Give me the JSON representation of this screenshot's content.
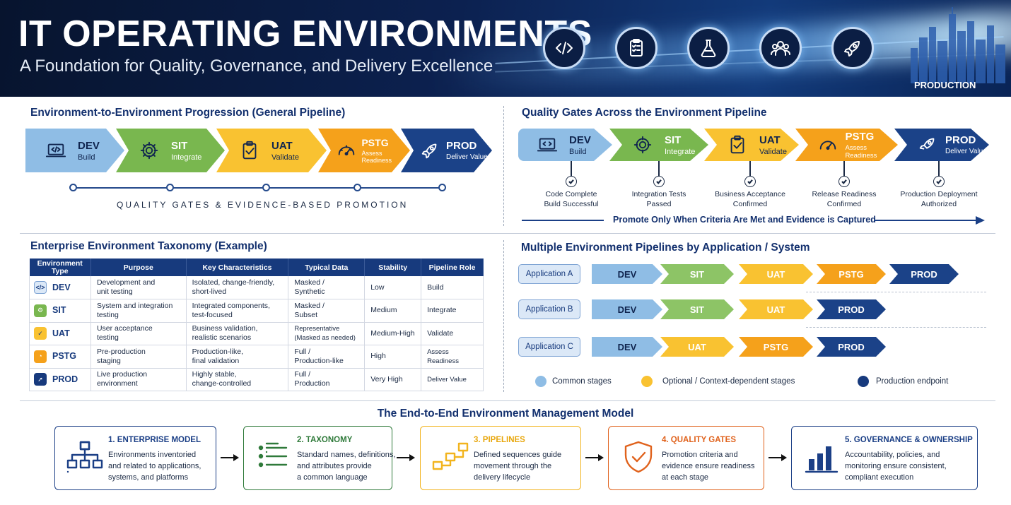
{
  "header": {
    "title": "IT OPERATING ENVIRONMENTS",
    "subtitle": "A Foundation for Quality, Governance, and Delivery Excellence",
    "icons": [
      "code-icon",
      "checklist-icon",
      "flask-icon",
      "team-icon",
      "rocket-icon"
    ],
    "production_label": "PRODUCTION"
  },
  "progression": {
    "title": "Environment-to-Environment Progression (General Pipeline)",
    "stages": [
      {
        "name": "DEV",
        "sub": "Build",
        "icon": "laptop-code-icon"
      },
      {
        "name": "SIT",
        "sub": "Integrate",
        "icon": "gear-icon"
      },
      {
        "name": "UAT",
        "sub": "Validate",
        "icon": "clipboard-check-icon"
      },
      {
        "name": "PSTG",
        "sub": "Assess Readiness",
        "icon": "gauge-icon"
      },
      {
        "name": "PROD",
        "sub": "Deliver Value",
        "icon": "rocket-icon"
      }
    ],
    "caption": "QUALITY GATES & EVIDENCE-BASED PROMOTION"
  },
  "gates": {
    "title": "Quality Gates Across the Environment Pipeline",
    "stages": [
      {
        "name": "DEV",
        "sub": "Build"
      },
      {
        "name": "SIT",
        "sub": "Integrate"
      },
      {
        "name": "UAT",
        "sub": "Validate"
      },
      {
        "name": "PSTG",
        "sub": "Assess Readiness"
      },
      {
        "name": "PROD",
        "sub": "Deliver Value"
      }
    ],
    "criteria": [
      {
        "line1": "Code Complete",
        "line2": "Build Successful"
      },
      {
        "line1": "Integration Tests",
        "line2": "Passed"
      },
      {
        "line1": "Business Acceptance",
        "line2": "Confirmed"
      },
      {
        "line1": "Release Readiness",
        "line2": "Confirmed"
      },
      {
        "line1": "Production Deployment",
        "line2": "Authorized"
      }
    ],
    "promote_text": "Promote Only When Criteria Are Met and Evidence is Captured"
  },
  "taxonomy": {
    "title": "Enterprise Environment Taxonomy (Example)",
    "headers": [
      "Environment Type",
      "Purpose",
      "Key Characteristics",
      "Typical Data",
      "Stability",
      "Pipeline Role"
    ],
    "rows": [
      {
        "env": "DEV",
        "purpose": [
          "Development and",
          "unit testing"
        ],
        "chars": [
          "Isolated, change-friendly,",
          "short-lived"
        ],
        "data": [
          "Masked /",
          "Synthetic"
        ],
        "stability": "Low",
        "role": "Build"
      },
      {
        "env": "SIT",
        "purpose": [
          "System and integration",
          "testing"
        ],
        "chars": [
          "Integrated components,",
          "test-focused"
        ],
        "data": [
          "Masked /",
          "Subset"
        ],
        "stability": "Medium",
        "role": "Integrate"
      },
      {
        "env": "UAT",
        "purpose": [
          "User acceptance",
          "testing"
        ],
        "chars": [
          "Business validation,",
          "realistic scenarios"
        ],
        "data": [
          "Representative",
          "(Masked as needed)"
        ],
        "stability": "Medium-High",
        "role": "Validate"
      },
      {
        "env": "PSTG",
        "purpose": [
          "Pre-production",
          "staging"
        ],
        "chars": [
          "Production-like,",
          "final validation"
        ],
        "data": [
          "Full /",
          "Production-like"
        ],
        "stability": "High",
        "role": "Assess Readiness"
      },
      {
        "env": "PROD",
        "purpose": [
          "Live production",
          "environment"
        ],
        "chars": [
          "Highly stable,",
          "change-controlled"
        ],
        "data": [
          "Full /",
          "Production"
        ],
        "stability": "Very High",
        "role": "Deliver Value"
      }
    ]
  },
  "pipelines": {
    "title": "Multiple Environment Pipelines by Application / System",
    "apps": [
      {
        "label": "Application A",
        "stages": [
          "DEV",
          "SIT",
          "UAT",
          "PSTG",
          "PROD"
        ]
      },
      {
        "label": "Application B",
        "stages": [
          "DEV",
          "SIT",
          "UAT",
          "PROD"
        ]
      },
      {
        "label": "Application C",
        "stages": [
          "DEV",
          "UAT",
          "PSTG",
          "PROD"
        ]
      }
    ],
    "legend": [
      {
        "label": "Common stages",
        "color": "#8fbde5"
      },
      {
        "label": "Optional / Context-dependent stages",
        "color": "#f9c231"
      },
      {
        "label": "Production endpoint",
        "color": "#173a7d"
      }
    ]
  },
  "model": {
    "title": "The End-to-End Environment Management Model",
    "steps": [
      {
        "title": "1. ENTERPRISE MODEL",
        "lines": [
          "Environments inventoried",
          "and related to applications,",
          "systems, and platforms"
        ],
        "color": "#1b3f86",
        "icon": "hierarchy-icon"
      },
      {
        "title": "2. TAXONOMY",
        "lines": [
          "Standard names, definitions,",
          "and attributes provide",
          "a common language"
        ],
        "color": "#2f7a3a",
        "icon": "list-icon"
      },
      {
        "title": "3. PIPELINES",
        "lines": [
          "Defined sequences guide",
          "movement through the",
          "delivery lifecycle"
        ],
        "color": "#f2b41e",
        "icon": "flow-icon"
      },
      {
        "title": "4. QUALITY GATES",
        "lines": [
          "Promotion criteria and",
          "evidence ensure readiness",
          "at each stage"
        ],
        "color": "#e0621c",
        "icon": "shield-check-icon"
      },
      {
        "title": "5. GOVERNANCE & OWNERSHIP",
        "lines": [
          "Accountability, policies, and",
          "monitoring ensure consistent,",
          "compliant execution"
        ],
        "color": "#1b3f86",
        "icon": "bar-chart-icon"
      }
    ]
  }
}
